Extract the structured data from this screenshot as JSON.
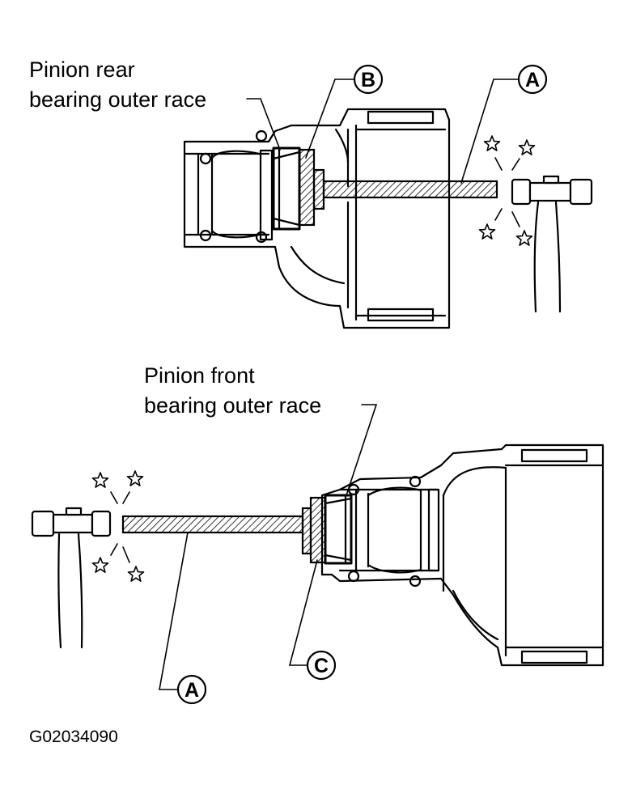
{
  "colors": {
    "ink": "#000000",
    "paper": "#ffffff"
  },
  "labels": {
    "rear_race_line1": "Pinion rear",
    "rear_race_line2": "bearing outer race",
    "front_race_line1": "Pinion front",
    "front_race_line2": "bearing outer race",
    "callout_a_top": "A",
    "callout_b": "B",
    "callout_a_bottom": "A",
    "callout_c": "C",
    "figure_code": "G02034090"
  },
  "icons": [
    "hammer-icon",
    "impact-star-icon"
  ]
}
